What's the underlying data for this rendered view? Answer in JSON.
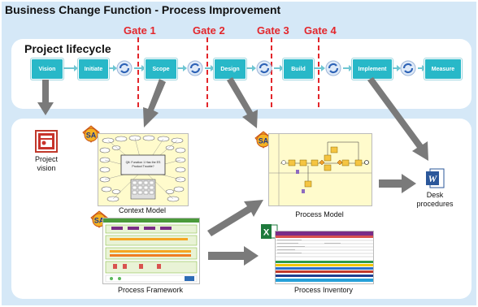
{
  "title": "Business Change Function - Process Improvement",
  "lifecycle": {
    "title": "Project lifecycle",
    "phases": [
      "Vision",
      "Initiate",
      "Scope",
      "Design",
      "Build",
      "Implement",
      "Measure"
    ],
    "gates": [
      "Gate 1",
      "Gate 2",
      "Gate 3",
      "Gate 4"
    ]
  },
  "artifacts": {
    "project_vision": [
      "Project",
      "vision"
    ],
    "context_model": "Context Model",
    "context_model_box": [
      "Q8: Function 1 Has the ES",
      "Product Trouble?"
    ],
    "process_framework": "Process Framework",
    "process_model": "Process Model",
    "process_inventory": "Process Inventory",
    "desk_procedures": [
      "Desk",
      "procedures"
    ],
    "sa_badge": "SA",
    "word_badge": "W",
    "excel_badge": "X"
  },
  "colors": {
    "background": "#d5e8f7",
    "phase_box": "#28b8c8",
    "gate": "#e3262b",
    "arrow": "#7a7a7a",
    "sa_badge": "#f2a51d",
    "model_paper": "#fffbcc"
  }
}
